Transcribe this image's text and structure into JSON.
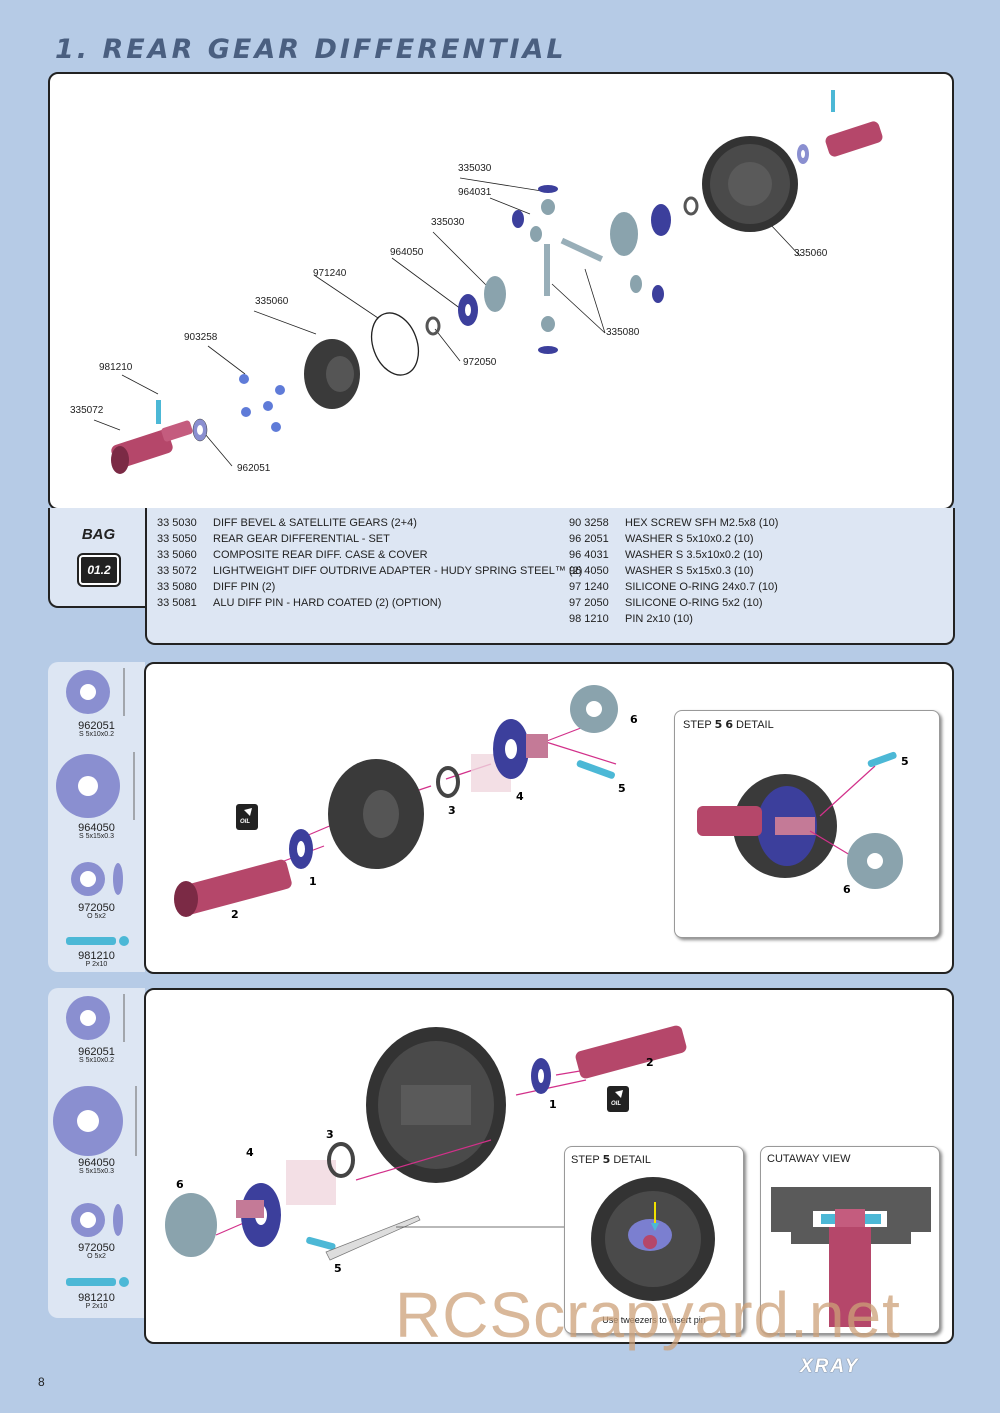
{
  "page": {
    "title": "1. REAR GEAR DIFFERENTIAL",
    "page_number": "8",
    "brand_logo": "XRAY",
    "watermark": "RCScrapyard.net"
  },
  "diagram_labels": [
    "335030",
    "964031",
    "335030",
    "964050",
    "971240",
    "335060",
    "903258",
    "981210",
    "335072",
    "962051",
    "972050",
    "335080",
    "335060"
  ],
  "bag": {
    "label": "BAG",
    "code": "01.2"
  },
  "parts_left": [
    {
      "code": "33 5030",
      "desc": "DIFF BEVEL & SATELLITE GEARS (2+4)"
    },
    {
      "code": "33 5050",
      "desc": "REAR GEAR DIFFERENTIAL - SET"
    },
    {
      "code": "33 5060",
      "desc": "COMPOSITE REAR DIFF. CASE & COVER"
    },
    {
      "code": "33 5072",
      "desc": "LIGHTWEIGHT DIFF OUTDRIVE ADAPTER - HUDY SPRING STEEL™ (2)"
    },
    {
      "code": "33 5080",
      "desc": "DIFF PIN (2)"
    },
    {
      "code": "33 5081",
      "desc": "ALU DIFF PIN - HARD COATED (2) (OPTION)"
    }
  ],
  "parts_right": [
    {
      "code": "90 3258",
      "desc": "HEX SCREW SFH M2.5x8  (10)"
    },
    {
      "code": "96 2051",
      "desc": "WASHER S 5x10x0.2  (10)"
    },
    {
      "code": "96 4031",
      "desc": "WASHER S 3.5x10x0.2  (10)"
    },
    {
      "code": "96 4050",
      "desc": "WASHER S 5x15x0.3  (10)"
    },
    {
      "code": "97 1240",
      "desc": "SILICONE O-RING 24x0.7  (10)"
    },
    {
      "code": "97 2050",
      "desc": "SILICONE O-RING 5x2  (10)"
    },
    {
      "code": "98 1210",
      "desc": "PIN 2x10  (10)"
    }
  ],
  "side_parts_1": [
    {
      "code": "962051",
      "sub": "S 5x10x0.2"
    },
    {
      "code": "964050",
      "sub": "S 5x15x0.3"
    },
    {
      "code": "972050",
      "sub": "O 5x2"
    },
    {
      "code": "981210",
      "sub": "P 2x10"
    }
  ],
  "side_parts_2": [
    {
      "code": "962051",
      "sub": "S 5x10x0.2"
    },
    {
      "code": "964050",
      "sub": "S 5x15x0.3"
    },
    {
      "code": "972050",
      "sub": "O 5x2"
    },
    {
      "code": "981210",
      "sub": "P 2x10"
    }
  ],
  "step1": {
    "detail_title": "STEP",
    "detail_suffix": "DETAIL",
    "oil_label": "OIL",
    "markers": [
      "1",
      "2",
      "3",
      "4",
      "5",
      "6"
    ],
    "detail_markers": [
      "5",
      "6"
    ]
  },
  "step2": {
    "detail_title": "STEP",
    "detail_suffix": "DETAIL",
    "detail_marker": "5",
    "cutaway_title": "CUTAWAY VIEW",
    "tweezers_note": "Use tweezers to insert pin",
    "oil_label": "OIL",
    "markers": [
      "1",
      "2",
      "3",
      "4",
      "5",
      "6"
    ]
  },
  "colors": {
    "background": "#b6cbe6",
    "washer": "#8a8fd0",
    "part_red": "#b5476a",
    "pin_cyan": "#4cb8d6",
    "arrow_magenta": "#d2308a",
    "case_dark": "#404040"
  }
}
